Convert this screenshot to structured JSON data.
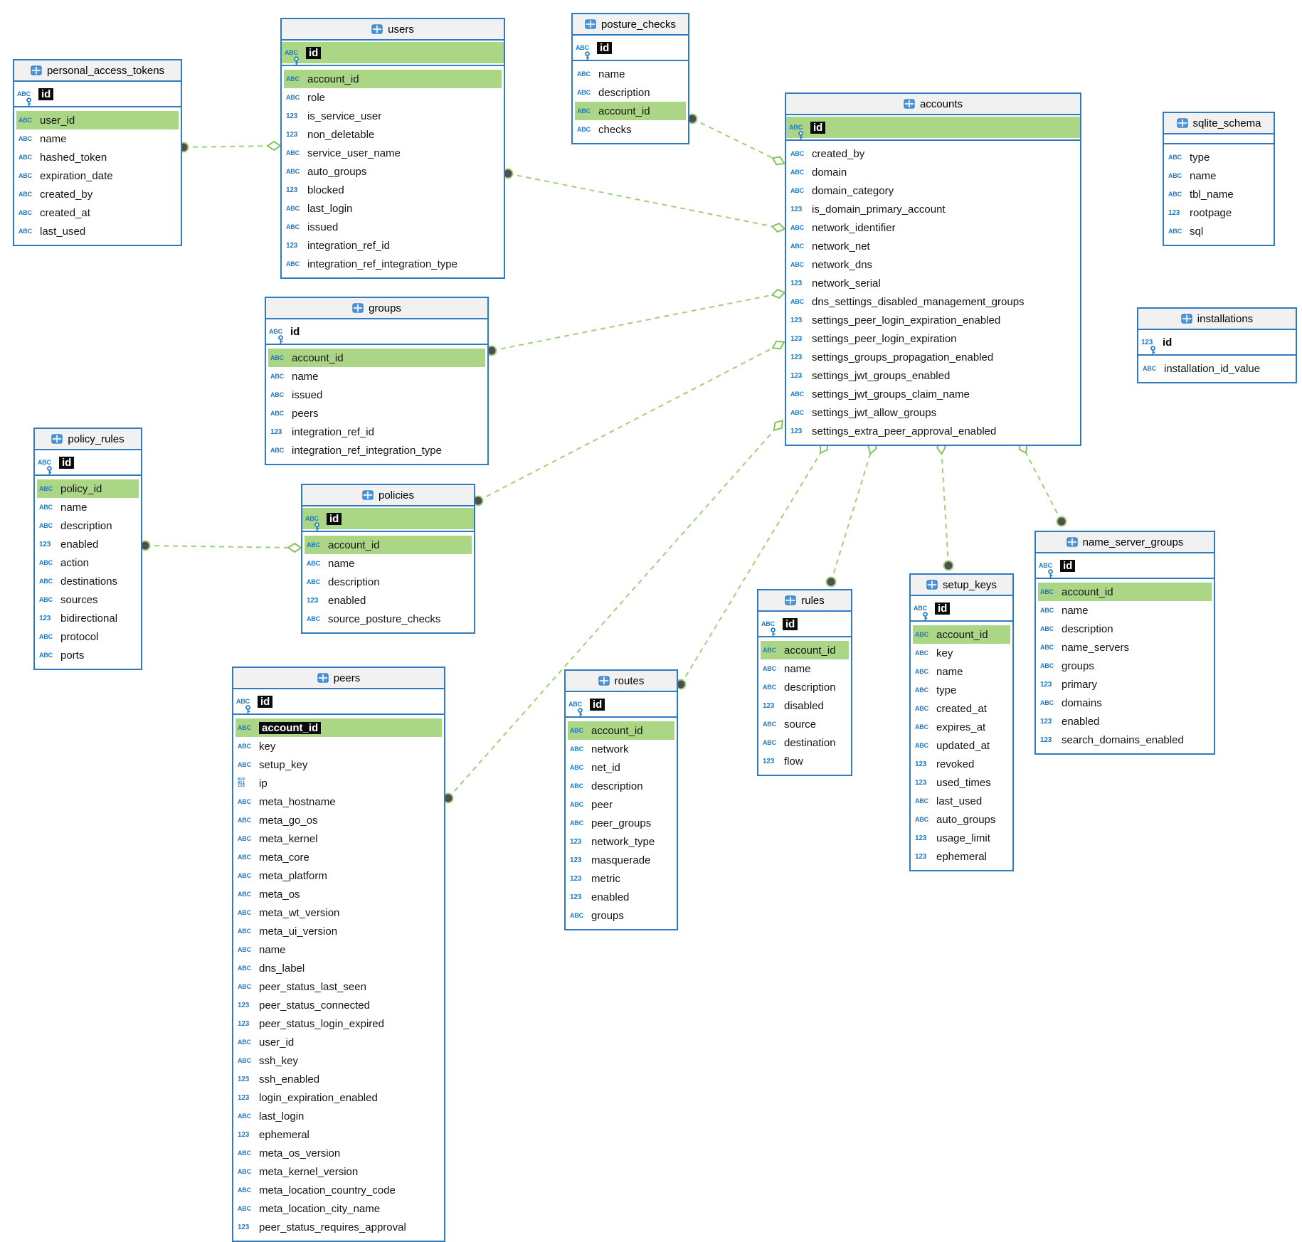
{
  "diagram": {
    "title": "database-er-diagram",
    "colors": {
      "table_border": "#2e7bbf",
      "header_bg": "#f1f1f1",
      "highlight_green": "#abd685",
      "relation_line": "#9ed17b",
      "relation_dot_fill": "#4f4f4f",
      "relation_diamond_stroke": "#85c45c",
      "type_icon_blue": "#1e7ac4",
      "selected_bg": "#0b0b0b",
      "selected_text": "#ffffff"
    },
    "tables": [
      {
        "name": "personal_access_tokens",
        "pk": {
          "name": "id",
          "type": "string",
          "selected": true,
          "highlighted": false
        },
        "fields": [
          {
            "name": "user_id",
            "type": "string",
            "fk": true
          },
          {
            "name": "name",
            "type": "string"
          },
          {
            "name": "hashed_token",
            "type": "string"
          },
          {
            "name": "expiration_date",
            "type": "string"
          },
          {
            "name": "created_by",
            "type": "string"
          },
          {
            "name": "created_at",
            "type": "string"
          },
          {
            "name": "last_used",
            "type": "string"
          }
        ]
      },
      {
        "name": "users",
        "pk": {
          "name": "id",
          "type": "string",
          "selected": true,
          "highlighted": true
        },
        "fields": [
          {
            "name": "account_id",
            "type": "string",
            "fk": true
          },
          {
            "name": "role",
            "type": "string"
          },
          {
            "name": "is_service_user",
            "type": "number"
          },
          {
            "name": "non_deletable",
            "type": "number"
          },
          {
            "name": "service_user_name",
            "type": "string"
          },
          {
            "name": "auto_groups",
            "type": "string"
          },
          {
            "name": "blocked",
            "type": "number"
          },
          {
            "name": "last_login",
            "type": "string"
          },
          {
            "name": "issued",
            "type": "string"
          },
          {
            "name": "integration_ref_id",
            "type": "number"
          },
          {
            "name": "integration_ref_integration_type",
            "type": "string"
          }
        ]
      },
      {
        "name": "posture_checks",
        "pk": {
          "name": "id",
          "type": "string",
          "selected": true,
          "highlighted": false
        },
        "fields": [
          {
            "name": "name",
            "type": "string"
          },
          {
            "name": "description",
            "type": "string"
          },
          {
            "name": "account_id",
            "type": "string",
            "fk": true
          },
          {
            "name": "checks",
            "type": "string"
          }
        ]
      },
      {
        "name": "accounts",
        "pk": {
          "name": "id",
          "type": "string",
          "selected": true,
          "highlighted": true
        },
        "fields": [
          {
            "name": "created_by",
            "type": "string"
          },
          {
            "name": "domain",
            "type": "string"
          },
          {
            "name": "domain_category",
            "type": "string"
          },
          {
            "name": "is_domain_primary_account",
            "type": "number"
          },
          {
            "name": "network_identifier",
            "type": "string"
          },
          {
            "name": "network_net",
            "type": "string"
          },
          {
            "name": "network_dns",
            "type": "string"
          },
          {
            "name": "network_serial",
            "type": "number"
          },
          {
            "name": "dns_settings_disabled_management_groups",
            "type": "string"
          },
          {
            "name": "settings_peer_login_expiration_enabled",
            "type": "number"
          },
          {
            "name": "settings_peer_login_expiration",
            "type": "number"
          },
          {
            "name": "settings_groups_propagation_enabled",
            "type": "number"
          },
          {
            "name": "settings_jwt_groups_enabled",
            "type": "number"
          },
          {
            "name": "settings_jwt_groups_claim_name",
            "type": "string"
          },
          {
            "name": "settings_jwt_allow_groups",
            "type": "string"
          },
          {
            "name": "settings_extra_peer_approval_enabled",
            "type": "number"
          }
        ]
      },
      {
        "name": "sqlite_schema",
        "pk": null,
        "fields": [
          {
            "name": "type",
            "type": "string"
          },
          {
            "name": "name",
            "type": "string"
          },
          {
            "name": "tbl_name",
            "type": "string"
          },
          {
            "name": "rootpage",
            "type": "number"
          },
          {
            "name": "sql",
            "type": "string"
          }
        ]
      },
      {
        "name": "installations",
        "pk": {
          "name": "id",
          "type": "number",
          "selected": false,
          "highlighted": false
        },
        "fields": [
          {
            "name": "installation_id_value",
            "type": "string"
          }
        ]
      },
      {
        "name": "groups",
        "pk": {
          "name": "id",
          "type": "string",
          "selected": false,
          "highlighted": false
        },
        "fields": [
          {
            "name": "account_id",
            "type": "string",
            "fk": true
          },
          {
            "name": "name",
            "type": "string"
          },
          {
            "name": "issued",
            "type": "string"
          },
          {
            "name": "peers",
            "type": "string"
          },
          {
            "name": "integration_ref_id",
            "type": "number"
          },
          {
            "name": "integration_ref_integration_type",
            "type": "string"
          }
        ]
      },
      {
        "name": "policy_rules",
        "pk": {
          "name": "id",
          "type": "string",
          "selected": true,
          "highlighted": false
        },
        "fields": [
          {
            "name": "policy_id",
            "type": "string",
            "fk": true
          },
          {
            "name": "name",
            "type": "string"
          },
          {
            "name": "description",
            "type": "string"
          },
          {
            "name": "enabled",
            "type": "number"
          },
          {
            "name": "action",
            "type": "string"
          },
          {
            "name": "destinations",
            "type": "string"
          },
          {
            "name": "sources",
            "type": "string"
          },
          {
            "name": "bidirectional",
            "type": "number"
          },
          {
            "name": "protocol",
            "type": "string"
          },
          {
            "name": "ports",
            "type": "string"
          }
        ]
      },
      {
        "name": "policies",
        "pk": {
          "name": "id",
          "type": "string",
          "selected": true,
          "highlighted": true
        },
        "fields": [
          {
            "name": "account_id",
            "type": "string",
            "fk": true
          },
          {
            "name": "name",
            "type": "string"
          },
          {
            "name": "description",
            "type": "string"
          },
          {
            "name": "enabled",
            "type": "number"
          },
          {
            "name": "source_posture_checks",
            "type": "string"
          }
        ]
      },
      {
        "name": "peers",
        "pk": {
          "name": "id",
          "type": "string",
          "selected": true,
          "highlighted": false
        },
        "fields": [
          {
            "name": "account_id",
            "type": "string",
            "fk": true,
            "selected": true
          },
          {
            "name": "key",
            "type": "string"
          },
          {
            "name": "setup_key",
            "type": "string"
          },
          {
            "name": "ip",
            "type": "binary"
          },
          {
            "name": "meta_hostname",
            "type": "string"
          },
          {
            "name": "meta_go_os",
            "type": "string"
          },
          {
            "name": "meta_kernel",
            "type": "string"
          },
          {
            "name": "meta_core",
            "type": "string"
          },
          {
            "name": "meta_platform",
            "type": "string"
          },
          {
            "name": "meta_os",
            "type": "string"
          },
          {
            "name": "meta_wt_version",
            "type": "string"
          },
          {
            "name": "meta_ui_version",
            "type": "string"
          },
          {
            "name": "name",
            "type": "string"
          },
          {
            "name": "dns_label",
            "type": "string"
          },
          {
            "name": "peer_status_last_seen",
            "type": "string"
          },
          {
            "name": "peer_status_connected",
            "type": "number"
          },
          {
            "name": "peer_status_login_expired",
            "type": "number"
          },
          {
            "name": "user_id",
            "type": "string"
          },
          {
            "name": "ssh_key",
            "type": "string"
          },
          {
            "name": "ssh_enabled",
            "type": "number"
          },
          {
            "name": "login_expiration_enabled",
            "type": "number"
          },
          {
            "name": "last_login",
            "type": "string"
          },
          {
            "name": "ephemeral",
            "type": "number"
          },
          {
            "name": "meta_os_version",
            "type": "string"
          },
          {
            "name": "meta_kernel_version",
            "type": "string"
          },
          {
            "name": "meta_location_country_code",
            "type": "string"
          },
          {
            "name": "meta_location_city_name",
            "type": "string"
          },
          {
            "name": "peer_status_requires_approval",
            "type": "number"
          }
        ]
      },
      {
        "name": "routes",
        "pk": {
          "name": "id",
          "type": "string",
          "selected": true,
          "highlighted": false
        },
        "fields": [
          {
            "name": "account_id",
            "type": "string",
            "fk": true
          },
          {
            "name": "network",
            "type": "string"
          },
          {
            "name": "net_id",
            "type": "string"
          },
          {
            "name": "description",
            "type": "string"
          },
          {
            "name": "peer",
            "type": "string"
          },
          {
            "name": "peer_groups",
            "type": "string"
          },
          {
            "name": "network_type",
            "type": "number"
          },
          {
            "name": "masquerade",
            "type": "number"
          },
          {
            "name": "metric",
            "type": "number"
          },
          {
            "name": "enabled",
            "type": "number"
          },
          {
            "name": "groups",
            "type": "string"
          }
        ]
      },
      {
        "name": "rules",
        "pk": {
          "name": "id",
          "type": "string",
          "selected": true,
          "highlighted": false
        },
        "fields": [
          {
            "name": "account_id",
            "type": "string",
            "fk": true
          },
          {
            "name": "name",
            "type": "string"
          },
          {
            "name": "description",
            "type": "string"
          },
          {
            "name": "disabled",
            "type": "number"
          },
          {
            "name": "source",
            "type": "string"
          },
          {
            "name": "destination",
            "type": "string"
          },
          {
            "name": "flow",
            "type": "number"
          }
        ]
      },
      {
        "name": "setup_keys",
        "pk": {
          "name": "id",
          "type": "string",
          "selected": true,
          "highlighted": false
        },
        "fields": [
          {
            "name": "account_id",
            "type": "string",
            "fk": true
          },
          {
            "name": "key",
            "type": "string"
          },
          {
            "name": "name",
            "type": "string"
          },
          {
            "name": "type",
            "type": "string"
          },
          {
            "name": "created_at",
            "type": "string"
          },
          {
            "name": "expires_at",
            "type": "string"
          },
          {
            "name": "updated_at",
            "type": "string"
          },
          {
            "name": "revoked",
            "type": "number"
          },
          {
            "name": "used_times",
            "type": "number"
          },
          {
            "name": "last_used",
            "type": "string"
          },
          {
            "name": "auto_groups",
            "type": "string"
          },
          {
            "name": "usage_limit",
            "type": "number"
          },
          {
            "name": "ephemeral",
            "type": "number"
          }
        ]
      },
      {
        "name": "name_server_groups",
        "pk": {
          "name": "id",
          "type": "string",
          "selected": true,
          "highlighted": false
        },
        "fields": [
          {
            "name": "account_id",
            "type": "string",
            "fk": true
          },
          {
            "name": "name",
            "type": "string"
          },
          {
            "name": "description",
            "type": "string"
          },
          {
            "name": "name_servers",
            "type": "string"
          },
          {
            "name": "groups",
            "type": "string"
          },
          {
            "name": "primary",
            "type": "number"
          },
          {
            "name": "domains",
            "type": "string"
          },
          {
            "name": "enabled",
            "type": "number"
          },
          {
            "name": "search_domains_enabled",
            "type": "number"
          }
        ]
      }
    ],
    "relations": [
      {
        "from": "personal_access_tokens",
        "to": "users"
      },
      {
        "from": "users",
        "to": "accounts"
      },
      {
        "from": "posture_checks",
        "to": "accounts"
      },
      {
        "from": "groups",
        "to": "accounts"
      },
      {
        "from": "policies",
        "to": "accounts"
      },
      {
        "from": "policy_rules",
        "to": "policies"
      },
      {
        "from": "peers",
        "to": "accounts"
      },
      {
        "from": "routes",
        "to": "accounts"
      },
      {
        "from": "rules",
        "to": "accounts"
      },
      {
        "from": "setup_keys",
        "to": "accounts"
      },
      {
        "from": "name_server_groups",
        "to": "accounts"
      }
    ]
  }
}
